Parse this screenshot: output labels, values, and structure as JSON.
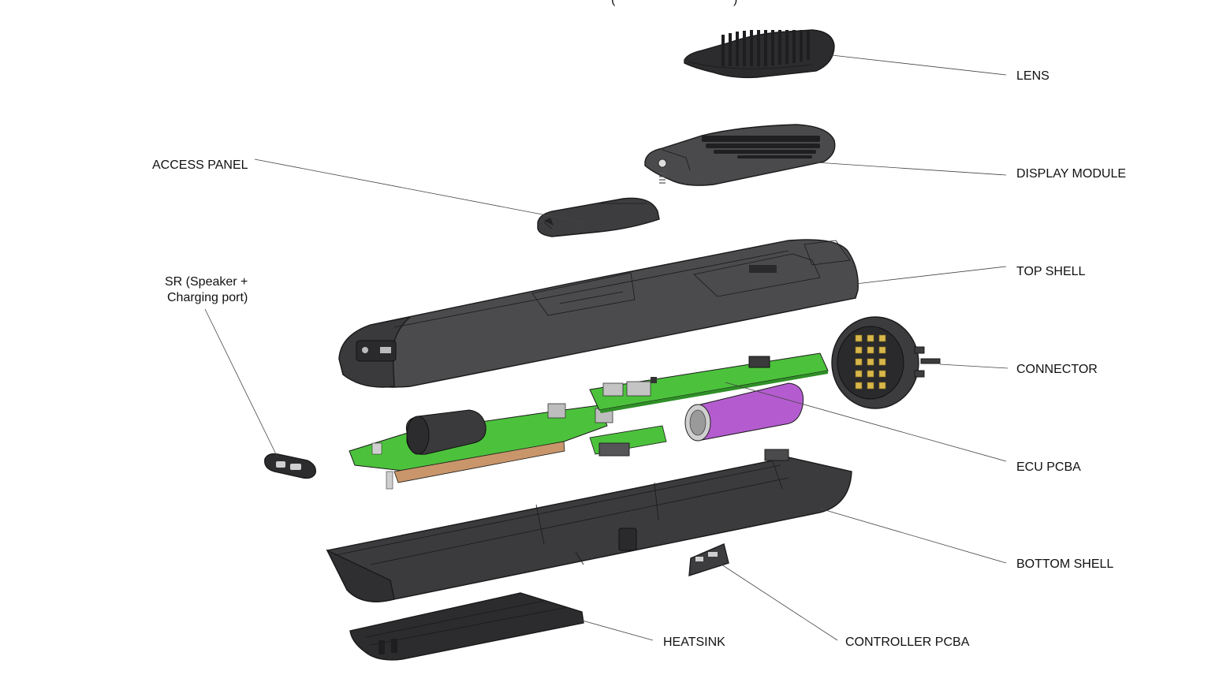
{
  "diagram": {
    "caption_partial": "(",
    "labels": {
      "lens": "LENS",
      "display_module": "DISPLAY MODULE",
      "access_panel": "ACCESS PANEL",
      "top_shell": "TOP SHELL",
      "sr_line1": "SR (Speaker +",
      "sr_line2": "Charging port)",
      "connector": "CONNECTOR",
      "ecu_pcba": "ECU PCBA",
      "bottom_shell": "BOTTOM SHELL",
      "heatsink": "HEATSINK",
      "controller_pcba": "CONTROLLER PCBA"
    },
    "colors": {
      "shell_dark": "#3a3a3c",
      "shell_mid": "#4d4d50",
      "shell_light": "#5e5e61",
      "pcb_green": "#4cc23c",
      "pcb_green_dark": "#2f8f27",
      "battery_purple": "#b45ccf",
      "copper": "#c9956a",
      "gold_pins": "#d8b74a",
      "line": "#444444"
    }
  }
}
